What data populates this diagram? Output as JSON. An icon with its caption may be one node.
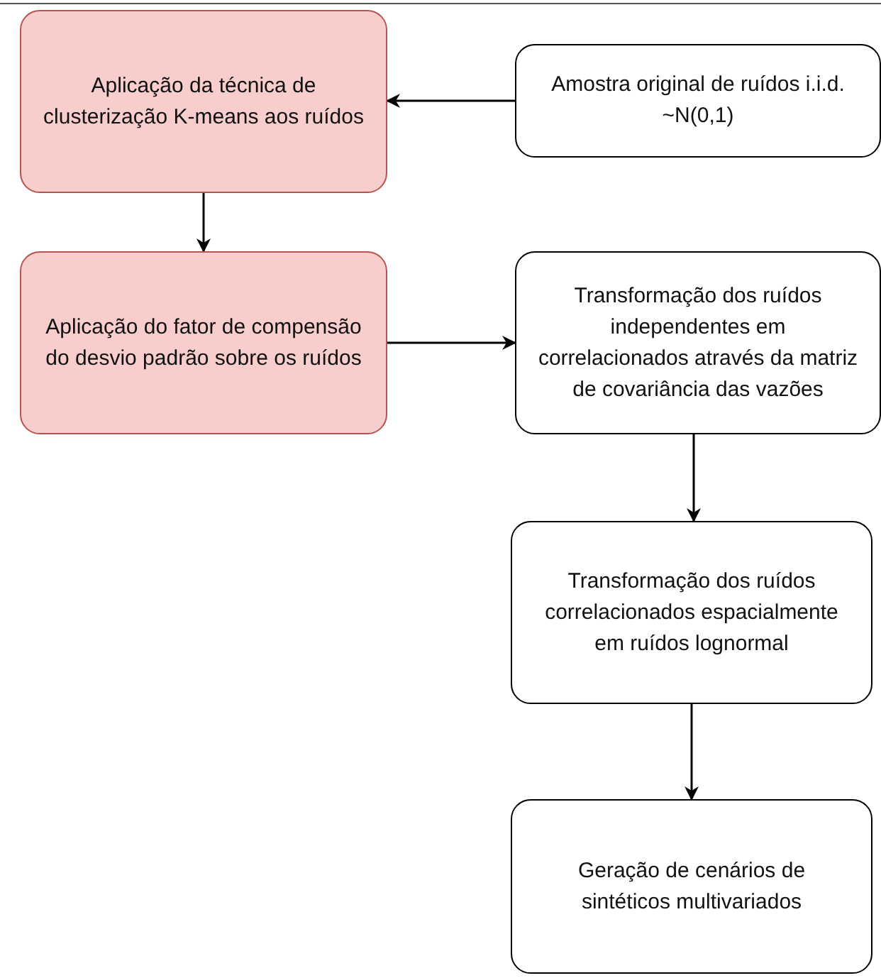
{
  "diagram": {
    "nodes": [
      {
        "text": [
          "Aplicação da técnica de clusterização K-means aos ruídos"
        ]
      },
      {
        "text": [
          "Amostra original de ruídos i.i.d. ~N(0,1)"
        ]
      },
      {
        "text": [
          "Aplicação do fator de compensão do desvio padrão sobre os ruídos"
        ]
      },
      {
        "text": [
          "Transformação dos ruídos independentes em correlacionados através da matriz de covariância das vazões"
        ]
      },
      {
        "text": [
          "Transformação dos ruídos correlacionados espacialmente em ruídos lognormal"
        ]
      },
      {
        "text": [
          "Geração de cenários de sintéticos multivariados"
        ]
      }
    ],
    "edges": [
      {
        "from": 1,
        "to": 0,
        "arrow": "to"
      },
      {
        "from": 0,
        "to": 2,
        "arrow": "to"
      },
      {
        "from": 2,
        "to": 3,
        "arrow": "to"
      },
      {
        "from": 3,
        "to": 4,
        "arrow": "to"
      },
      {
        "from": 4,
        "to": 5,
        "arrow": "to"
      }
    ]
  }
}
